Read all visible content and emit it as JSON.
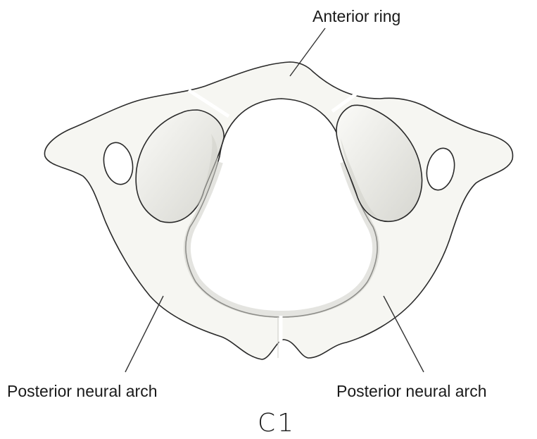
{
  "labels": {
    "anterior_ring": "Anterior ring",
    "posterior_arch_left": "Posterior neural arch",
    "posterior_arch_right": "Posterior neural arch",
    "vertebra": "C1"
  },
  "colors": {
    "bone_fill": "#f6f6f2",
    "bone_outline": "#2a2a2a",
    "shading": "#c9c9c4",
    "leader_line": "#333333"
  }
}
